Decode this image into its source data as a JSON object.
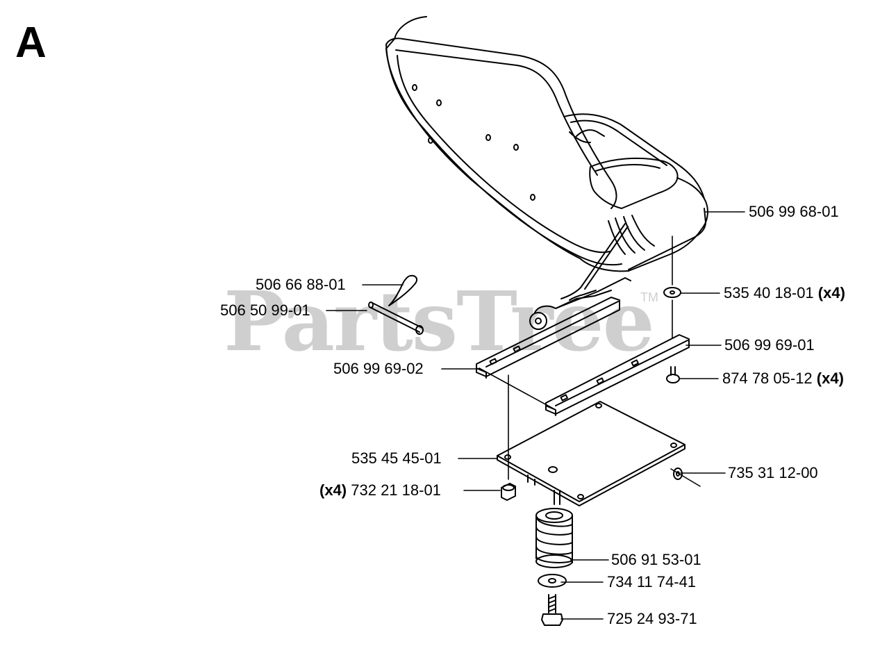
{
  "section": "A",
  "watermark": "PartsTree",
  "watermark_tm": "TM",
  "parts": [
    {
      "number": "506 99 68-01",
      "qty": ""
    },
    {
      "number": "506 66 88-01",
      "qty": ""
    },
    {
      "number": "535 40 18-01",
      "qty": "(x4)"
    },
    {
      "number": "506 50 99-01",
      "qty": ""
    },
    {
      "number": "506 99 69-01",
      "qty": ""
    },
    {
      "number": "506 99 69-02",
      "qty": ""
    },
    {
      "number": "874 78 05-12",
      "qty": "(x4)"
    },
    {
      "number": "535 45 45-01",
      "qty": ""
    },
    {
      "number": "735 31 12-00",
      "qty": ""
    },
    {
      "number": "732 21 18-01",
      "qty": "(x4)"
    },
    {
      "number": "506 91 53-01",
      "qty": ""
    },
    {
      "number": "734 11 74-41",
      "qty": ""
    },
    {
      "number": "725 24 93-71",
      "qty": ""
    }
  ]
}
